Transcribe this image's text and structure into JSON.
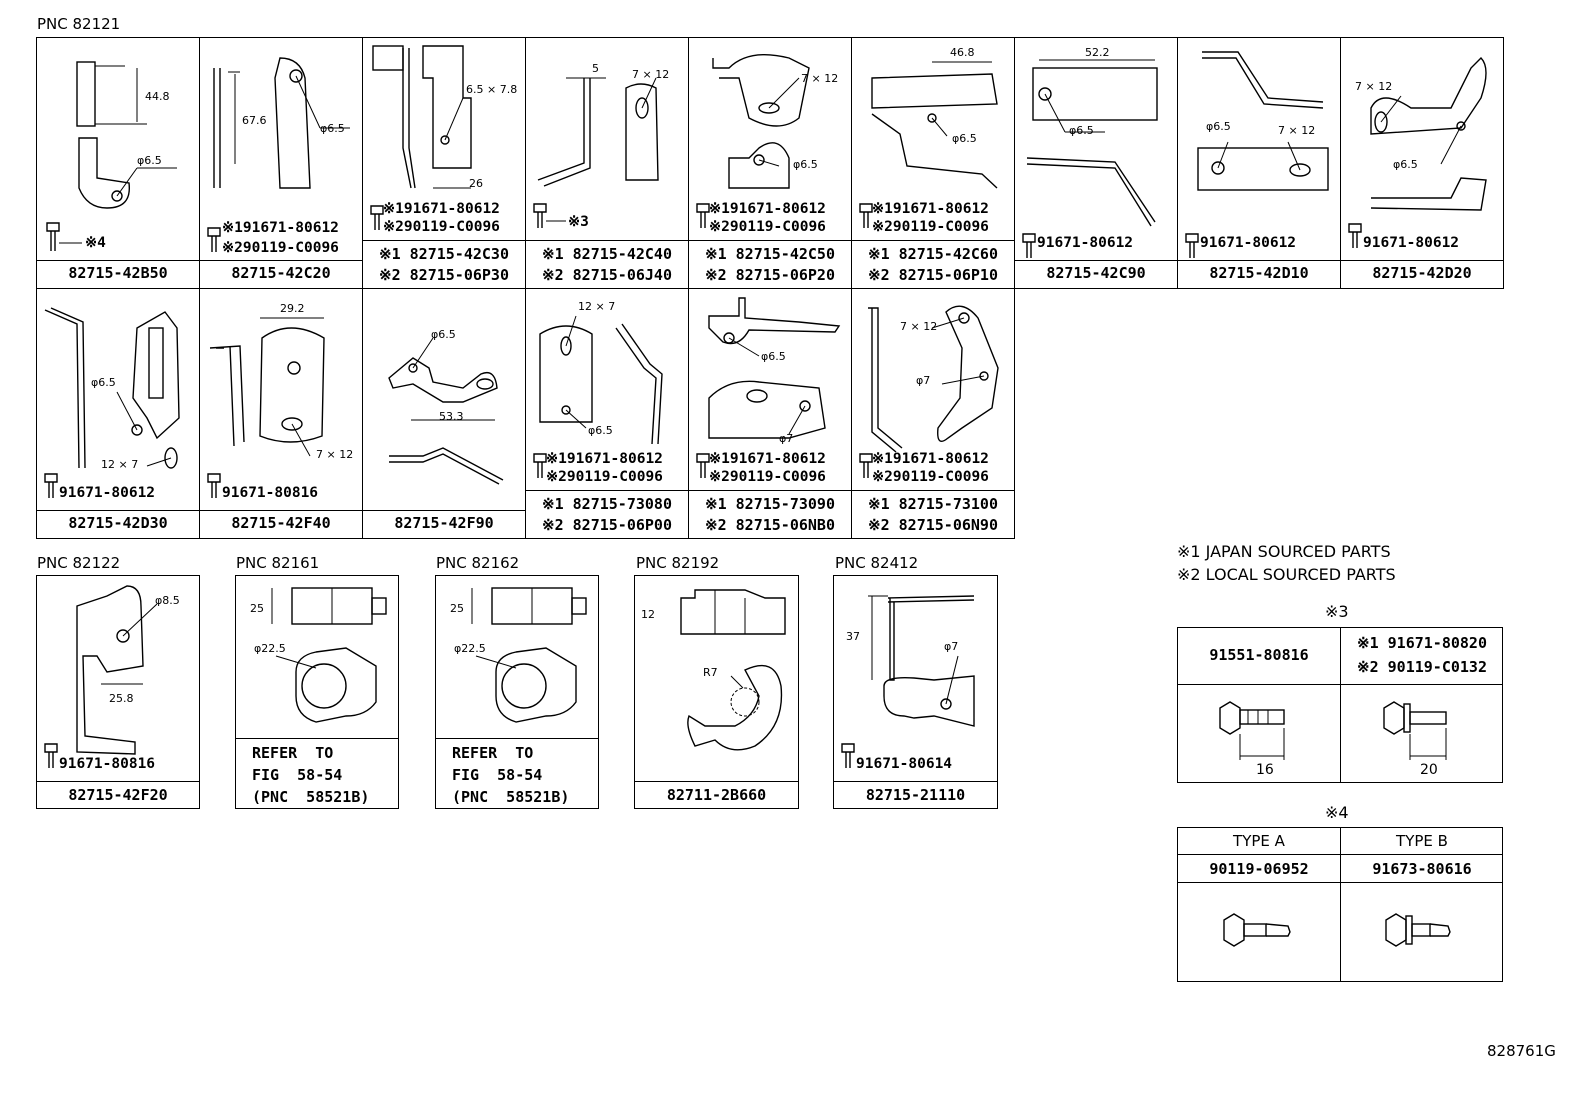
{
  "figure_id": "828761G",
  "groups": {
    "g1": {
      "pnc": "PNC 82121"
    },
    "g2": {
      "pnc": "PNC 82122"
    },
    "g3": {
      "pnc": "PNC 82161"
    },
    "g4": {
      "pnc": "PNC 82162"
    },
    "g5": {
      "pnc": "PNC 82192"
    },
    "g6": {
      "pnc": "PNC 82412"
    }
  },
  "row1": [
    {
      "part": "82715-42B50",
      "bolt": "※4",
      "dims": [
        "44.8",
        "φ6.5"
      ]
    },
    {
      "part": "82715-42C20",
      "bolt1": "※191671-80612",
      "bolt2": "※290119-C0096",
      "dims": [
        "67.6",
        "φ6.5"
      ]
    },
    {
      "part1": "※1 82715-42C30",
      "part2": "※2 82715-06P30",
      "bolt1": "※191671-80612",
      "bolt2": "※290119-C0096",
      "dims": [
        "6.5 × 7.8",
        "26"
      ]
    },
    {
      "part1": "※1 82715-42C40",
      "part2": "※2 82715-06J40",
      "bolt": "※3",
      "dims": [
        "5",
        "7 × 12"
      ]
    },
    {
      "part1": "※1 82715-42C50",
      "part2": "※2 82715-06P20",
      "bolt1": "※191671-80612",
      "bolt2": "※290119-C0096",
      "dims": [
        "7 × 12",
        "φ6.5"
      ]
    },
    {
      "part1": "※1 82715-42C60",
      "part2": "※2 82715-06P10",
      "bolt1": "※191671-80612",
      "bolt2": "※290119-C0096",
      "dims": [
        "46.8",
        "φ6.5"
      ]
    },
    {
      "part": "82715-42C90",
      "bolt": "91671-80612",
      "dims": [
        "52.2",
        "φ6.5"
      ]
    },
    {
      "part": "82715-42D10",
      "bolt": "91671-80612",
      "dims": [
        "φ6.5",
        "7 × 12"
      ]
    },
    {
      "part": "82715-42D20",
      "bolt": "91671-80612",
      "dims": [
        "7 × 12",
        "φ6.5"
      ]
    }
  ],
  "row2": [
    {
      "part": "82715-42D30",
      "bolt": "91671-80612",
      "dims": [
        "φ6.5",
        "12 × 7"
      ]
    },
    {
      "part": "82715-42F40",
      "bolt": "91671-80816",
      "dims": [
        "29.2",
        "7 × 12"
      ]
    },
    {
      "part": "82715-42F90",
      "dims": [
        "φ6.5",
        "53.3"
      ]
    },
    {
      "part1": "※1 82715-73080",
      "part2": "※2 82715-06P00",
      "bolt1": "※191671-80612",
      "bolt2": "※290119-C0096",
      "dims": [
        "12 × 7",
        "φ6.5"
      ]
    },
    {
      "part1": "※1 82715-73090",
      "part2": "※2 82715-06NB0",
      "bolt1": "※191671-80612",
      "bolt2": "※290119-C0096",
      "dims": [
        "φ6.5",
        "φ7"
      ]
    },
    {
      "part1": "※1 82715-73100",
      "part2": "※2 82715-06N90",
      "bolt1": "※191671-80612",
      "bolt2": "※290119-C0096",
      "dims": [
        "7 × 12",
        "φ7"
      ]
    }
  ],
  "row3": [
    {
      "part": "82715-42F20",
      "bolt": "91671-80816",
      "dims": [
        "φ8.5",
        "25.8"
      ]
    },
    {
      "refer": "REFER  TO\nFIG  58-54\n(PNC  58521B)",
      "dims": [
        "25",
        "φ22.5"
      ]
    },
    {
      "refer": "REFER  TO\nFIG  58-54\n(PNC  58521B)",
      "dims": [
        "25",
        "φ22.5"
      ]
    },
    {
      "part": "82711-2B660",
      "dims": [
        "12",
        "R7"
      ]
    },
    {
      "part": "82715-21110",
      "bolt": "91671-80614",
      "dims": [
        "37",
        "φ7"
      ]
    }
  ],
  "notes": {
    "n1": "※1 JAPAN SOURCED PARTS",
    "n2": "※2 LOCAL SOURCED PARTS"
  },
  "table3": {
    "title": "※3",
    "left_part": "91551-80816",
    "right_part1": "※1 91671-80820",
    "right_part2": "※2 90119-C0132",
    "left_dim": "16",
    "right_dim": "20"
  },
  "table4": {
    "title": "※4",
    "type_a": "TYPE A",
    "type_b": "TYPE B",
    "part_a": "90119-06952",
    "part_b": "91673-80616"
  }
}
